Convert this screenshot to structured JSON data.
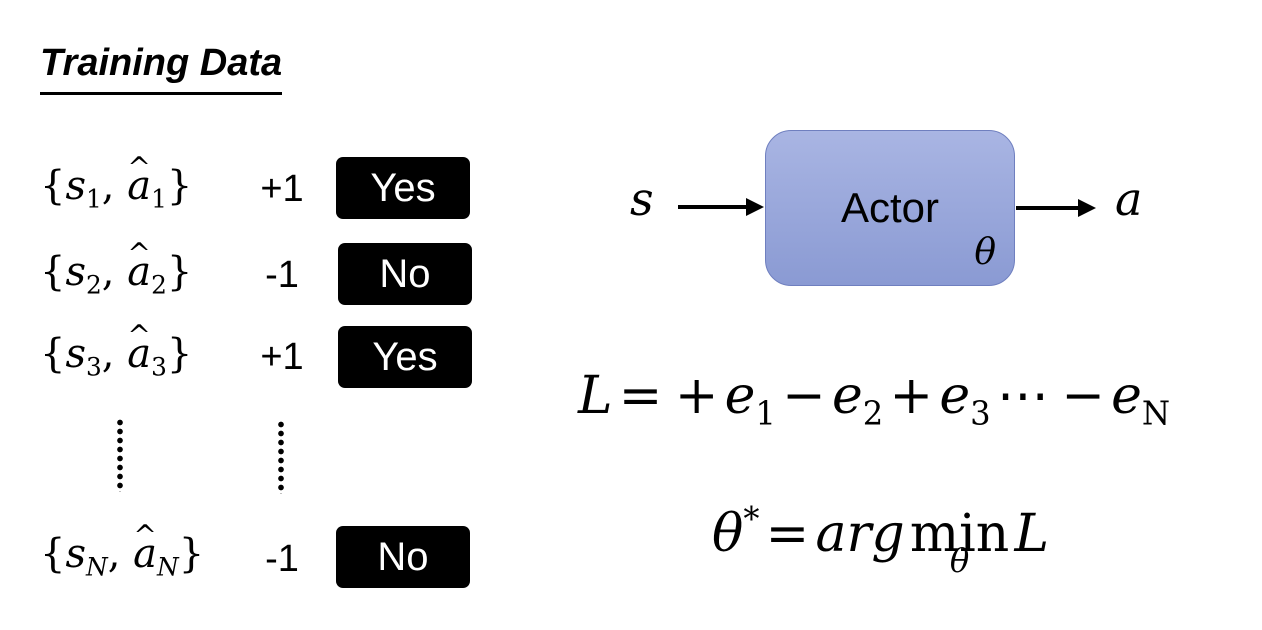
{
  "training_data": {
    "heading": "Training Data",
    "rows": [
      {
        "state": "s",
        "state_sub": "1",
        "action": "a",
        "action_sub": "1",
        "score": "+1",
        "label": "Yes"
      },
      {
        "state": "s",
        "state_sub": "2",
        "action": "a",
        "action_sub": "2",
        "score": "-1",
        "label": "No"
      },
      {
        "state": "s",
        "state_sub": "3",
        "action": "a",
        "action_sub": "3",
        "score": "+1",
        "label": "Yes"
      },
      {
        "state": "s",
        "state_sub": "N",
        "action": "a",
        "action_sub": "N",
        "score": "-1",
        "label": "No"
      }
    ],
    "ellipsis_icon": "vertical-ellipsis"
  },
  "actor": {
    "input": "s",
    "label": "Actor",
    "parameter": "θ",
    "output": "a",
    "box_color": "#98a6dc"
  },
  "loss": {
    "lhs": "L",
    "equals": "=",
    "terms": [
      {
        "sign": "+",
        "symbol": "e",
        "sub": "1"
      },
      {
        "sign": "−",
        "symbol": "e",
        "sub": "2"
      },
      {
        "sign": "+",
        "symbol": "e",
        "sub": "3"
      },
      {
        "sign": "−",
        "symbol": "e",
        "sub": "N"
      }
    ],
    "ellipsis": "⋯"
  },
  "optimum": {
    "lhs": "θ",
    "lhs_sup": "*",
    "equals": "=",
    "argmin": "arg",
    "min": "min",
    "min_under": "θ",
    "rhs": "L"
  }
}
